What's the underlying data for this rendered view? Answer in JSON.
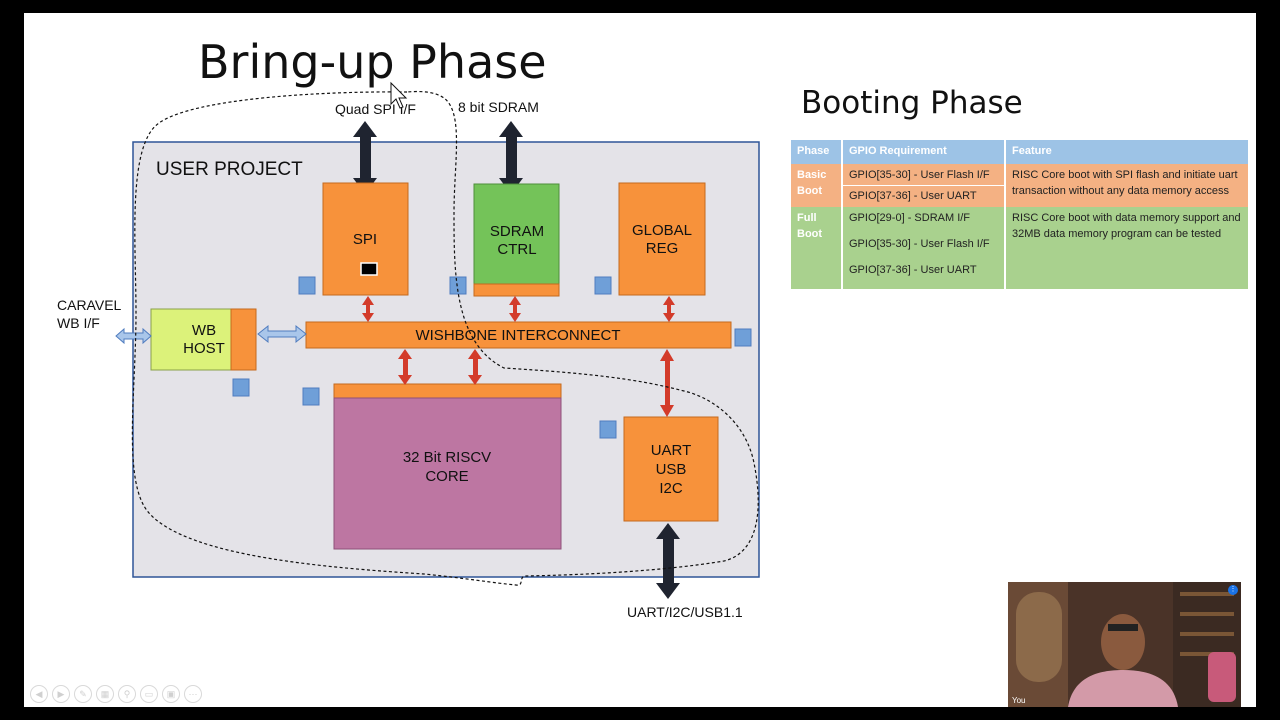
{
  "slide": {
    "title_left": "Bring-up Phase",
    "title_right": "Booting Phase"
  },
  "diagram": {
    "user_project": "USER PROJECT",
    "quad_spi": "Quad SPI I/F",
    "sdram_label": "8 bit SDRAM",
    "caravel_1": "CARAVEL",
    "caravel_2": "WB I/F",
    "spi": "SPI",
    "sdram_1": "SDRAM",
    "sdram_2": "CTRL",
    "global_1": "GLOBAL",
    "global_2": "REG",
    "wb_1": "WB",
    "wb_2": "HOST",
    "wishbone": "WISHBONE INTERCONNECT",
    "core_1": "32 Bit RISCV",
    "core_2": "CORE",
    "uart_1": "UART",
    "uart_2": "USB",
    "uart_3": "I2C",
    "uart_bottom": "UART/I2C/USB1.1"
  },
  "table": {
    "headers": [
      "Phase",
      "GPIO Requirement",
      "Feature"
    ],
    "basic": {
      "phase_1": "Basic",
      "phase_2": "Boot",
      "gpio_1": "GPIO[35-30]  - User Flash I/F",
      "gpio_2": "GPIO[37-36]  - User UART",
      "feature": "RISC Core boot with SPI flash and initiate uart transaction without any data memory access"
    },
    "full": {
      "phase_1": "Full",
      "phase_2": "Boot",
      "gpio_1": "GPIO[29-0]  - SDRAM I/F",
      "gpio_2": "GPIO[35-30]  - User Flash I/F",
      "gpio_3": "GPIO[37-36]  - User UART",
      "feature": "RISC Core boot with data memory support and 32MB data memory program can be tested"
    }
  },
  "video": {
    "participant": "You"
  },
  "colors": {
    "orange": "#f7923b",
    "green": "#74c359",
    "purple": "#bd76a2",
    "yellow_green": "#dcf27a",
    "panel": "#e4e3e8",
    "small_square": "#6f9fd8",
    "dark_arrow": "#1f2430",
    "red_arrow": "#d33b2a"
  }
}
